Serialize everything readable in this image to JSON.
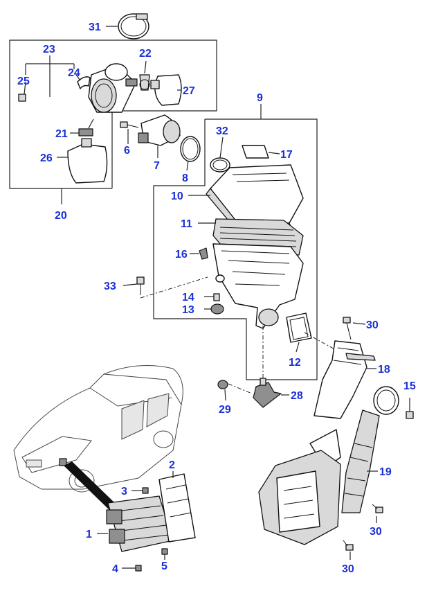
{
  "diagram": {
    "callouts": [
      "1",
      "2",
      "3",
      "4",
      "5",
      "6",
      "7",
      "8",
      "9",
      "10",
      "11",
      "12",
      "13",
      "14",
      "15",
      "16",
      "17",
      "18",
      "19",
      "20",
      "21",
      "22",
      "23",
      "24",
      "25",
      "26",
      "27",
      "28",
      "29",
      "30",
      "30",
      "30",
      "31",
      "32",
      "33"
    ],
    "colors": {
      "callout": "#1a2fd6",
      "line": "#222222",
      "part_fill": "#d9d9d9",
      "background": "#ffffff"
    }
  }
}
